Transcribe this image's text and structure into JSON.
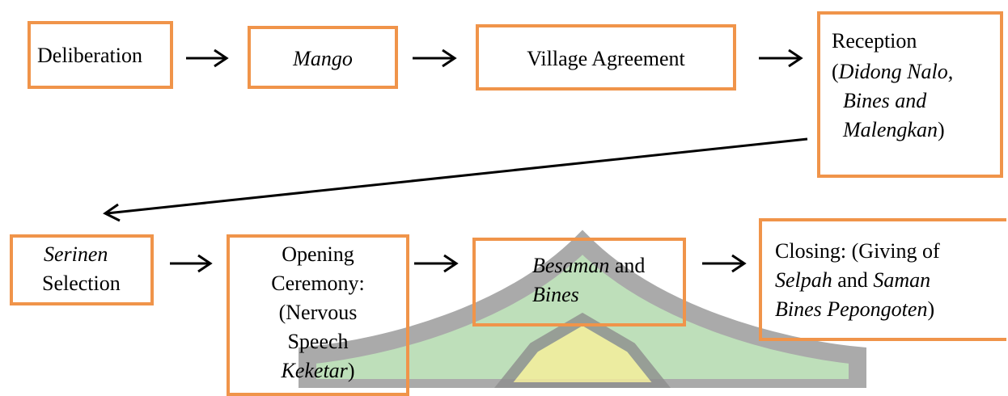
{
  "diagram": {
    "colors": {
      "box_border": "#F0944A",
      "arrow": "#000000",
      "watermark_green": "#A9D5A3",
      "watermark_gray": "#8E8E8E",
      "watermark_yellow": "#F8F09A"
    },
    "row1": {
      "deliberation": {
        "text": "Deliberation"
      },
      "mango": {
        "text": "Mango"
      },
      "village_agreement": {
        "text": "Village Agreement"
      },
      "reception": {
        "line1": "Reception",
        "open_paren": "(",
        "italic1": "Didong Nalo,",
        "italic2": "Bines and",
        "italic3": "Malengkan",
        "close_paren": ")"
      }
    },
    "row2": {
      "serinen_selection": {
        "italic": "Serinen",
        "plain": "Selection"
      },
      "opening_ceremony": {
        "line1": "Opening",
        "line2": "Ceremony:",
        "line3": "(Nervous",
        "line4": "Speech",
        "italic": "Keketar",
        "close_paren": ")"
      },
      "besaman_bines": {
        "italic1": "Besaman",
        "plain": " and",
        "italic2": "Bines"
      },
      "closing": {
        "line1": "Closing: (Giving of",
        "italic_selpah": "Selpah",
        "and": " and ",
        "italic_saman": "Saman",
        "italic_line3": "Bines Pepongoten",
        "close_paren": ")"
      }
    },
    "arrow_glyph": "⟶"
  }
}
